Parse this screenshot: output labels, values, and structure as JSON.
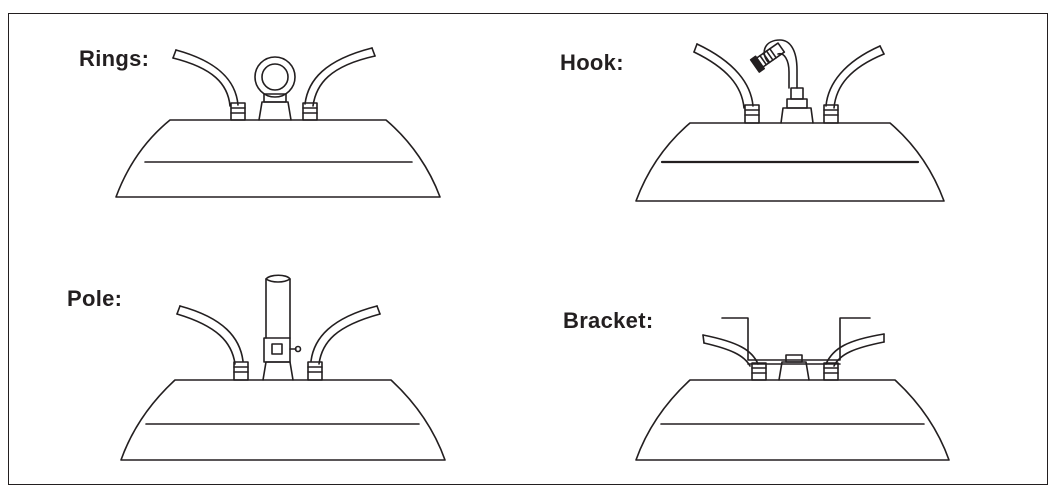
{
  "labels": {
    "rings": "Rings:",
    "hook": "Hook:",
    "pole": "Pole:",
    "bracket": "Bracket:"
  },
  "colors": {
    "line": "#231f20",
    "background": "#ffffff"
  },
  "figures": [
    {
      "id": "rings",
      "mount": "ring-icon"
    },
    {
      "id": "hook",
      "mount": "hook-icon"
    },
    {
      "id": "pole",
      "mount": "pole-icon"
    },
    {
      "id": "bracket",
      "mount": "bracket-icon"
    }
  ]
}
